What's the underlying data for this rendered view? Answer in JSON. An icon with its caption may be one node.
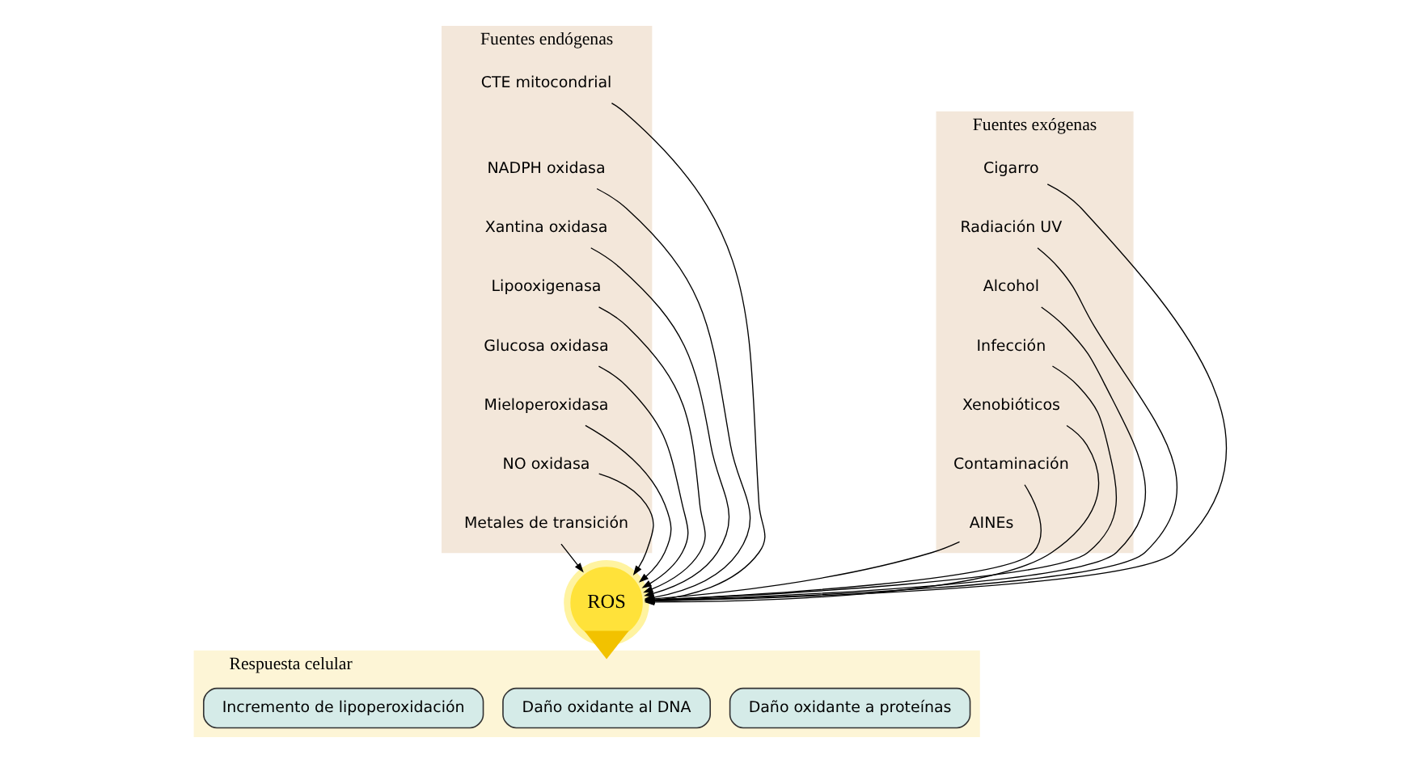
{
  "diagram": {
    "nodes": [
      {
        "text": [
          "Fuentes endógenas"
        ]
      },
      {
        "text": [
          "CTE mitocondrial"
        ],
        "in": 0
      },
      {
        "text": [
          "NADPH oxidasa"
        ],
        "in": 0
      },
      {
        "text": [
          "Xantina oxidasa"
        ],
        "in": 0
      },
      {
        "text": [
          "Lipooxigenasa"
        ],
        "in": 0
      },
      {
        "text": [
          "Glucosa oxidasa"
        ],
        "in": 0
      },
      {
        "text": [
          "Mieloperoxidasa"
        ],
        "in": 0
      },
      {
        "text": [
          "NO oxidasa"
        ],
        "in": 0
      },
      {
        "text": [
          "Metales de transición"
        ],
        "in": 0
      },
      {
        "text": [
          "Fuentes exógenas"
        ]
      },
      {
        "text": [
          "Cigarro"
        ],
        "in": 9
      },
      {
        "text": [
          "Radiación UV"
        ],
        "in": 9
      },
      {
        "text": [
          "Alcohol"
        ],
        "in": 9
      },
      {
        "text": [
          "Infección"
        ],
        "in": 9
      },
      {
        "text": [
          "Xenobióticos"
        ],
        "in": 9
      },
      {
        "text": [
          "Contaminación"
        ],
        "in": 9
      },
      {
        "text": [
          "AINEs"
        ],
        "in": 9
      },
      {
        "text": [
          "ROS"
        ]
      },
      {
        "text": [
          "Respuesta celular"
        ]
      },
      {
        "text": [
          "Daño oxidante a proteínas"
        ],
        "in": 18
      },
      {
        "text": [
          "Daño oxidante al DNA"
        ],
        "in": 18
      },
      {
        "text": [
          "Incremento de lipoperoxidación"
        ],
        "in": 18
      }
    ],
    "edges": [
      {
        "from": 1,
        "to": 17,
        "arrow": "to"
      },
      {
        "from": 2,
        "to": 17,
        "arrow": "to"
      },
      {
        "from": 3,
        "to": 17,
        "arrow": "to"
      },
      {
        "from": 4,
        "to": 17,
        "arrow": "to"
      },
      {
        "from": 5,
        "to": 17,
        "arrow": "to"
      },
      {
        "from": 6,
        "to": 17,
        "arrow": "to"
      },
      {
        "from": 7,
        "to": 17,
        "arrow": "to"
      },
      {
        "from": 8,
        "to": 17,
        "arrow": "to"
      },
      {
        "from": 10,
        "to": 17,
        "arrow": "to"
      },
      {
        "from": 11,
        "to": 17,
        "arrow": "to"
      },
      {
        "from": 12,
        "to": 17,
        "arrow": "to"
      },
      {
        "from": 13,
        "to": 17,
        "arrow": "to"
      },
      {
        "from": 14,
        "to": 17,
        "arrow": "to"
      },
      {
        "from": 15,
        "to": 17,
        "arrow": "to"
      },
      {
        "from": 16,
        "to": 17,
        "arrow": "to"
      },
      {
        "from": 17,
        "to": 18,
        "arrow": "to",
        "style": "thick",
        "color": "#f2c200"
      }
    ]
  }
}
